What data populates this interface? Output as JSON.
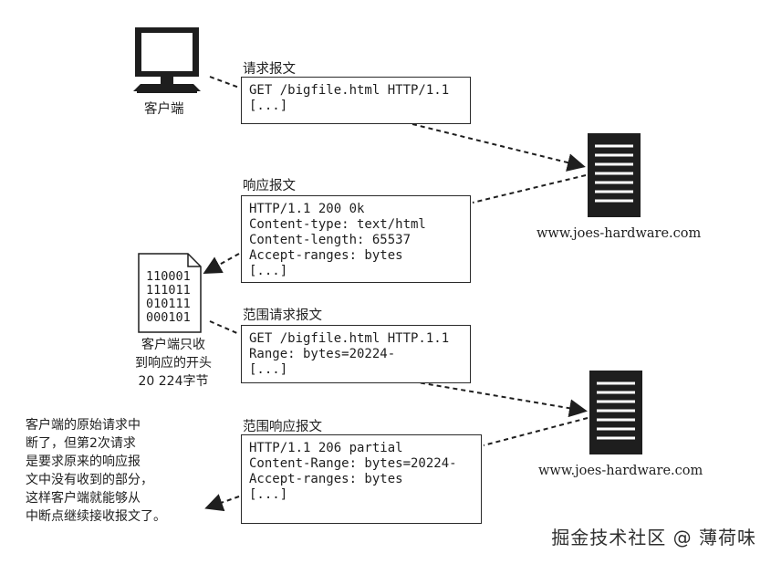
{
  "client": {
    "label": "客户端"
  },
  "request": {
    "title": "请求报文",
    "lines": [
      "GET /bigfile.html HTTP/1.1",
      "[...]"
    ]
  },
  "response": {
    "title": "响应报文",
    "lines": [
      "HTTP/1.1 200 0k",
      "Content-type: text/html",
      "Content-length: 65537",
      "Accept-ranges: bytes",
      "[...]"
    ]
  },
  "range_request": {
    "title": "范围请求报文",
    "lines": [
      "GET /bigfile.html HTTP.1.1",
      "Range: bytes=20224-",
      "[...]"
    ]
  },
  "range_response": {
    "title": "范围响应报文",
    "lines": [
      "HTTP/1.1 206 partial",
      "Content-Range: bytes=20224-",
      "Accept-ranges: bytes",
      "",
      "[...]"
    ]
  },
  "server_top": {
    "label": "www.joes-hardware.com"
  },
  "server_bottom": {
    "label": "www.joes-hardware.com"
  },
  "document": {
    "lines": [
      "110001",
      "111011",
      "010111",
      "000101"
    ]
  },
  "note_received": [
    "客户端只收",
    "到响应的开头",
    "20 224字节"
  ],
  "note_interrupted": [
    "客户端的原始请求中",
    "断了，但第2次请求",
    "是要求原来的响应报",
    "文中没有收到的部分，",
    "这样客户端就能够从",
    "中断点继续接收报文了。"
  ],
  "watermark": "掘金技术社区 @ 薄荷味"
}
